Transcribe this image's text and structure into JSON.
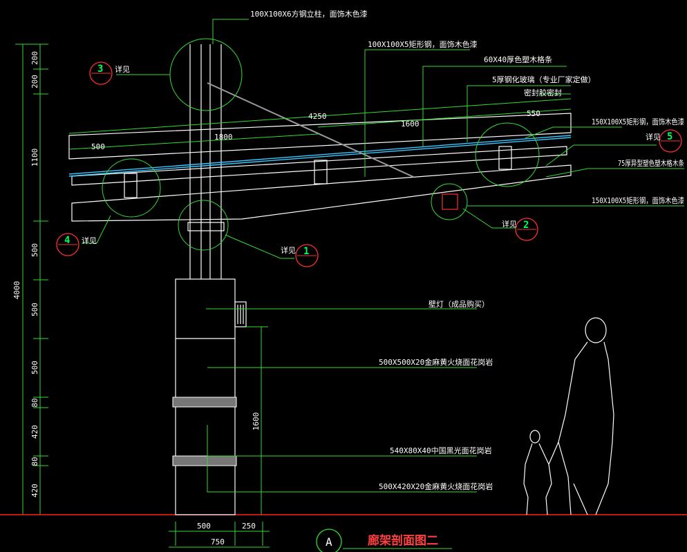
{
  "title": "廊架剖面图二",
  "title_bubble": "A",
  "labels": {
    "post": "100X100X6方钢立柱，面饰木色漆",
    "tube_top": "100X100X5矩形钢，面饰木色漆",
    "slat": "60X40厚色塑木格条",
    "glass": "5厚钢化玻璃（专业厂家定做）",
    "seal": "密封胶密封",
    "beam_150_a": "150X100X5矩形钢，面饰木色漆",
    "strip_75": "75厚异型塑色塑木格木条",
    "beam_150_b": "150X100X5矩形钢，面饰木色漆",
    "lamp": "壁灯（成品购买）",
    "stone_500": "500X500X20金麻黄火烧面花岗岩",
    "stone_540": "540X80X40中国黑光面花岗岩",
    "stone_420": "500X420X20金麻黄火烧面花岗岩"
  },
  "callouts": [
    {
      "num": "3",
      "text": "详见"
    },
    {
      "num": "4",
      "text": "详见"
    },
    {
      "num": "1",
      "text": "详见"
    },
    {
      "num": "2",
      "text": "详见"
    },
    {
      "num": "5",
      "text": "详见"
    }
  ],
  "dims": {
    "left_total": "4000",
    "left_segments": [
      "200",
      "200",
      "1100",
      "500",
      "500",
      "500",
      "80",
      "420",
      "80",
      "420"
    ],
    "height_1600": "1600",
    "span_4250": "4250",
    "span_1600": "1600",
    "span_1800": "1800",
    "span_500": "500",
    "span_550": "550",
    "bottom_500": "500",
    "bottom_250": "250",
    "bottom_750": "750"
  },
  "colors": {
    "background": "#000000",
    "line": "#ffffff",
    "leader": "#33dd33",
    "glass": "#38c8ff",
    "accent": "#ff3030"
  }
}
